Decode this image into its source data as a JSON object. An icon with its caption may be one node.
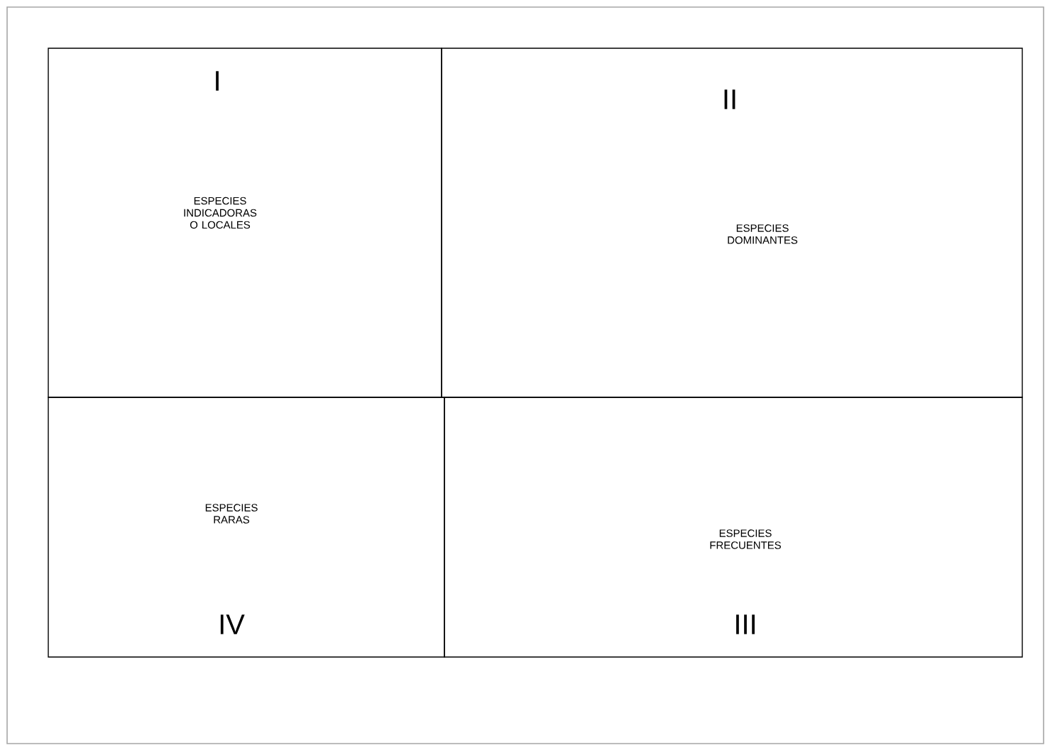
{
  "diagram": {
    "nodes": [
      {
        "text": [
          "I",
          "ESPECIES INDICADORAS O LOCALES"
        ]
      },
      {
        "text": [
          "II",
          "ESPECIES DOMINANTES"
        ]
      },
      {
        "text": [
          "ESPECIES RARAS",
          "IV"
        ]
      },
      {
        "text": [
          "ESPECIES FRECUENTES",
          "III"
        ]
      }
    ]
  }
}
